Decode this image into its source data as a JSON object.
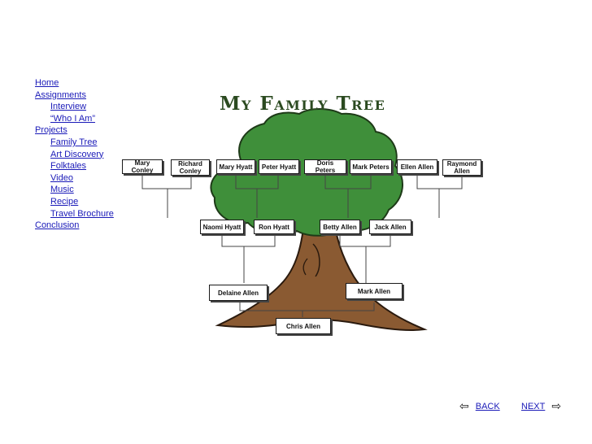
{
  "nav": {
    "items": [
      {
        "label": "Home"
      },
      {
        "label": "Assignments"
      },
      {
        "label": "Interview"
      },
      {
        "label": "“Who I Am”"
      },
      {
        "label": "Projects"
      },
      {
        "label": "Family Tree"
      },
      {
        "label": "Art Discovery"
      },
      {
        "label": "Folktales"
      },
      {
        "label": "Video"
      },
      {
        "label": "Music"
      },
      {
        "label": "Recipe"
      },
      {
        "label": "Travel Brochure"
      },
      {
        "label": "Conclusion"
      }
    ]
  },
  "tree": {
    "title": "My Family Tree",
    "great_grandparents": [
      "Mary Conley",
      "Richard Conley",
      "Mary Hyatt",
      "Peter Hyatt",
      "Doris Peters",
      "Mark Peters",
      "Ellen Allen",
      "Raymond Allen"
    ],
    "grandparents": [
      "Naomi Hyatt",
      "Ron Hyatt",
      "Betty Allen",
      "Jack Allen"
    ],
    "parents": [
      "Delaine Allen",
      "Mark Allen"
    ],
    "child": "Chris Allen"
  },
  "pager": {
    "back_label": "BACK",
    "next_label": "NEXT",
    "back_icon": "left-arrow-icon",
    "next_icon": "right-arrow-icon"
  },
  "colors": {
    "link": "#1a1ab8",
    "foliage": "#3f8f3a",
    "trunk": "#8a5a32"
  }
}
